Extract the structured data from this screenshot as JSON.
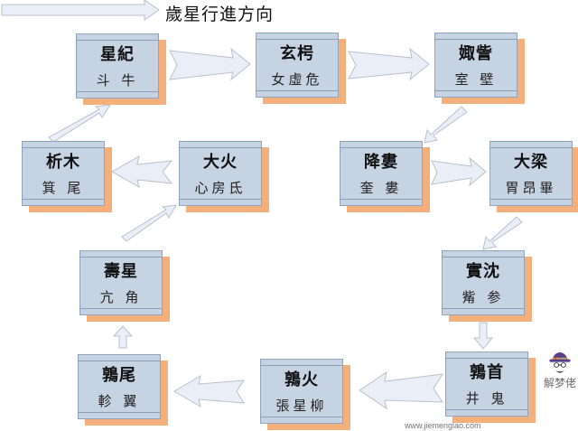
{
  "legend": {
    "label": "歲星行進方向",
    "arrow_icon": "right-arrow"
  },
  "nodes": [
    {
      "id": "xingji",
      "name": "星紀",
      "stars": "斗 牛"
    },
    {
      "id": "xuanxiao",
      "name": "玄枵",
      "stars": "女虛危"
    },
    {
      "id": "juzi",
      "name": "娵訾",
      "stars": "室 壁"
    },
    {
      "id": "jianglou",
      "name": "降婁",
      "stars": "奎 婁"
    },
    {
      "id": "daliang",
      "name": "大梁",
      "stars": "胃昂畢"
    },
    {
      "id": "shichen",
      "name": "實沈",
      "stars": "觜 参"
    },
    {
      "id": "chunshou",
      "name": "鶉首",
      "stars": "井 鬼"
    },
    {
      "id": "chunhuo",
      "name": "鶉火",
      "stars": "張星柳"
    },
    {
      "id": "chunwei",
      "name": "鶉尾",
      "stars": "軫 翼"
    },
    {
      "id": "shouxing",
      "name": "壽星",
      "stars": "亢 角"
    },
    {
      "id": "dahuo",
      "name": "大火",
      "stars": "心房氐"
    },
    {
      "id": "ximu",
      "name": "析木",
      "stars": "箕 尾"
    }
  ],
  "sequence": [
    "xingji",
    "xuanxiao",
    "juzi",
    "jianglou",
    "daliang",
    "shichen",
    "chunshou",
    "chunhuo",
    "chunwei",
    "shouxing",
    "dahuo",
    "ximu",
    "xingji"
  ],
  "colors": {
    "box_fill": "#c5d3e3",
    "box_border": "#8fa3bb",
    "shadow": "#f4b07c",
    "arrow_fill": "#eaeef6",
    "arrow_stroke": "#b9c0cc"
  },
  "watermark": {
    "text": "解梦佬",
    "url": "www.jiemenglao.com"
  }
}
